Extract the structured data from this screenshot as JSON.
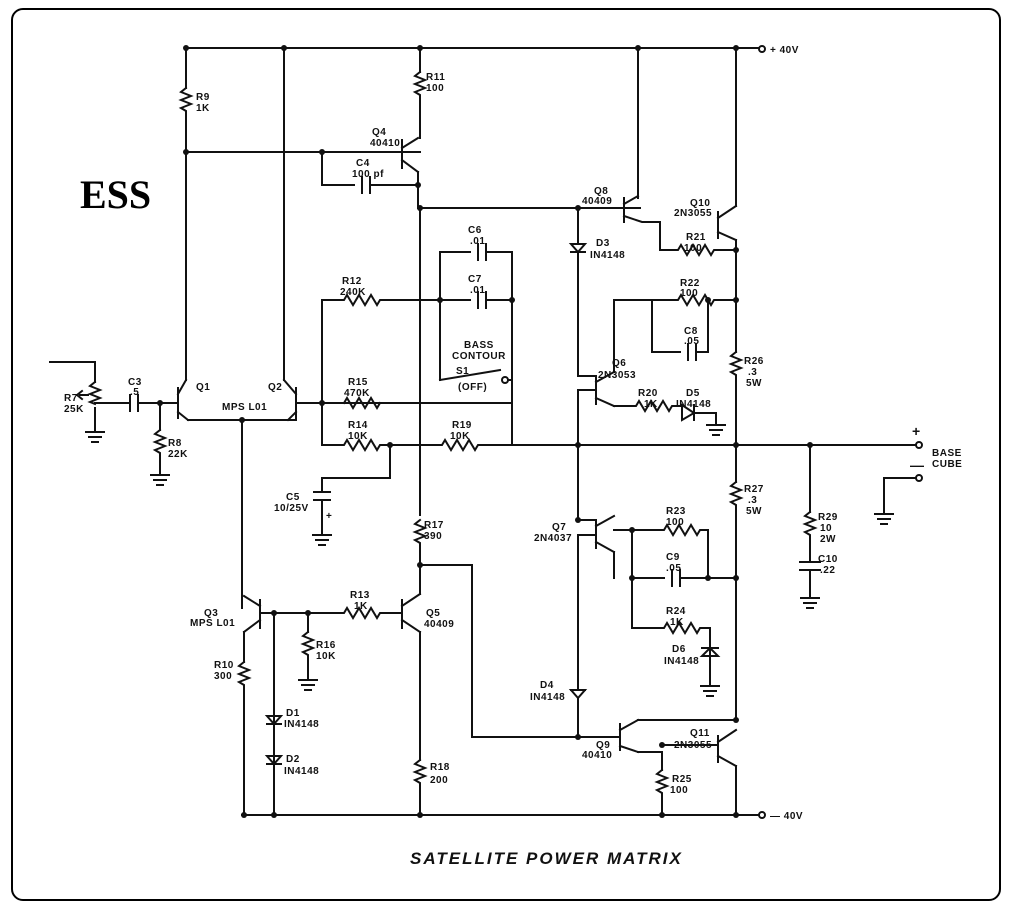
{
  "brand": "ESS",
  "title": "SATELLITE POWER MATRIX",
  "rails": {
    "pos": "+ 40V",
    "neg": "— 40V"
  },
  "output": {
    "plus": "+",
    "minus": "—",
    "label1": "BASE",
    "label2": "CUBE"
  },
  "switch": {
    "name1": "BASS",
    "name2": "CONTOUR",
    "ref": "S1",
    "state": "(OFF)"
  },
  "parts": {
    "R7": [
      "R7",
      "25K"
    ],
    "C3": [
      "C3",
      ".5"
    ],
    "R8": [
      "R8",
      "22K"
    ],
    "R9": [
      "R9",
      "1K"
    ],
    "Q1": [
      "Q1"
    ],
    "Q2": [
      "Q2"
    ],
    "Q12": [
      "MPS L01"
    ],
    "R11": [
      "R11",
      "100"
    ],
    "Q4": [
      "Q4",
      "40410"
    ],
    "C4": [
      "C4",
      "100 pf"
    ],
    "C6": [
      "C6",
      ".01"
    ],
    "C7": [
      "C7",
      ".01"
    ],
    "R12": [
      "R12",
      "240K"
    ],
    "R15": [
      "R15",
      "470K"
    ],
    "R14": [
      "R14",
      "10K"
    ],
    "R19": [
      "R19",
      "10K"
    ],
    "C5": [
      "C5",
      "10/25V"
    ],
    "R17": [
      "R17",
      "390"
    ],
    "Q3": [
      "Q3",
      "MPS L01"
    ],
    "R13": [
      "R13",
      "1K"
    ],
    "R16": [
      "R16",
      "10K"
    ],
    "Q5": [
      "Q5",
      "40409"
    ],
    "R10": [
      "R10",
      "300"
    ],
    "D1": [
      "D1",
      "IN4148"
    ],
    "D2": [
      "D2",
      "IN4148"
    ],
    "R18": [
      "R18",
      "200"
    ],
    "Q8": [
      "Q8",
      "40409"
    ],
    "Q10": [
      "Q10",
      "2N3055"
    ],
    "R21": [
      "R21",
      "100"
    ],
    "D3": [
      "D3",
      "IN4148"
    ],
    "R22": [
      "R22",
      "100"
    ],
    "C8": [
      "C8",
      ".05"
    ],
    "Q6": [
      "Q6",
      "2N3053"
    ],
    "R26": [
      "R26",
      ".3",
      "5W"
    ],
    "R20": [
      "R20",
      "1K"
    ],
    "D5": [
      "D5",
      "IN4148"
    ],
    "R27": [
      "R27",
      ".3",
      "5W"
    ],
    "Q7": [
      "Q7",
      "2N4037"
    ],
    "R23": [
      "R23",
      "100"
    ],
    "C9": [
      "C9",
      ".05"
    ],
    "R24": [
      "R24",
      "1K"
    ],
    "D6": [
      "D6",
      "IN4148"
    ],
    "D4": [
      "D4",
      "IN4148"
    ],
    "Q9": [
      "Q9",
      "40410"
    ],
    "Q11": [
      "Q11",
      "2N3055"
    ],
    "R25": [
      "R25",
      "100"
    ],
    "R29": [
      "R29",
      "10",
      "2W"
    ],
    "C10": [
      "C10",
      ".22"
    ]
  }
}
